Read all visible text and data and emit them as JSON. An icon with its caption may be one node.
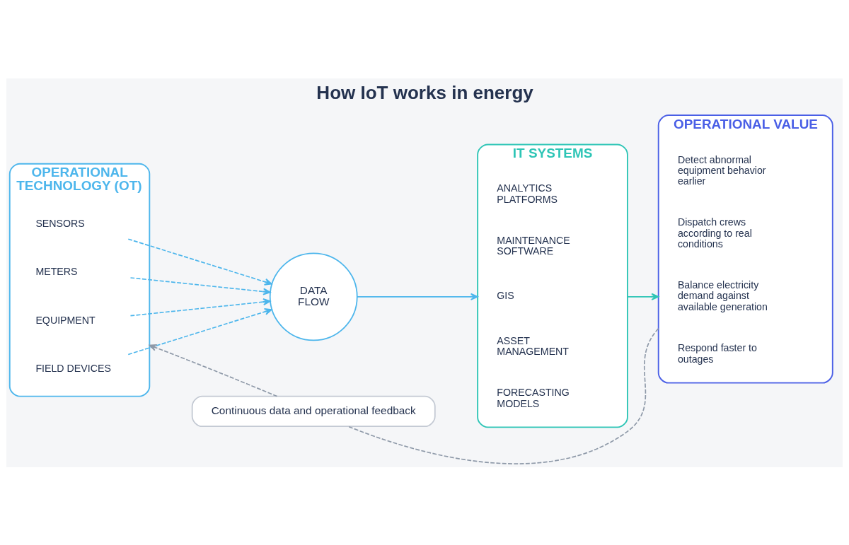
{
  "diagram": {
    "title": "How IoT works in energy",
    "nodes": [
      {
        "text": [
          "OPERATIONAL TECHNOLOGY (OT)"
        ]
      },
      {
        "text": [
          "SENSORS"
        ],
        "in": 0
      },
      {
        "text": [
          "METERS"
        ],
        "in": 0
      },
      {
        "text": [
          "EQUIPMENT"
        ],
        "in": 0
      },
      {
        "text": [
          "FIELD DEVICES"
        ],
        "in": 0
      },
      {
        "text": [
          "DATA FLOW"
        ]
      },
      {
        "text": [
          "IT SYSTEMS"
        ]
      },
      {
        "text": [
          "ANALYTICS PLATFORMS"
        ],
        "in": 6
      },
      {
        "text": [
          "MAINTENANCE SOFTWARE"
        ],
        "in": 6
      },
      {
        "text": [
          "GIS"
        ],
        "in": 6
      },
      {
        "text": [
          "ASSET MANAGEMENT"
        ],
        "in": 6
      },
      {
        "text": [
          "FORECASTING MODELS"
        ],
        "in": 6
      },
      {
        "text": [
          "OPERATIONAL VALUE"
        ]
      },
      {
        "text": [
          "Detect abnormal equipment behavior earlier"
        ],
        "in": 12
      },
      {
        "text": [
          "Dispatch crews according to real conditions"
        ],
        "in": 12
      },
      {
        "text": [
          "Balance electricity demand against available generation"
        ],
        "in": 12
      },
      {
        "text": [
          "Respond faster to outages"
        ],
        "in": 12
      },
      {
        "text": [
          "Continuous data and operational feedback"
        ]
      }
    ],
    "edges": [
      {
        "from": 1,
        "to": 5,
        "arrow": "to",
        "style": "dashed"
      },
      {
        "from": 2,
        "to": 5,
        "arrow": "to",
        "style": "dashed"
      },
      {
        "from": 3,
        "to": 5,
        "arrow": "to",
        "style": "dashed"
      },
      {
        "from": 4,
        "to": 5,
        "arrow": "to",
        "style": "dashed"
      },
      {
        "from": 5,
        "to": 6,
        "arrow": "to"
      },
      {
        "from": 6,
        "to": 12,
        "arrow": "to",
        "color": "#2ec5b6"
      },
      {
        "from": 12,
        "to": 17,
        "arrow": "none",
        "style": "dashed",
        "color": "#8e99a8"
      },
      {
        "from": 17,
        "to": 0,
        "arrow": "to",
        "style": "dashed",
        "color": "#8e99a8"
      }
    ]
  }
}
